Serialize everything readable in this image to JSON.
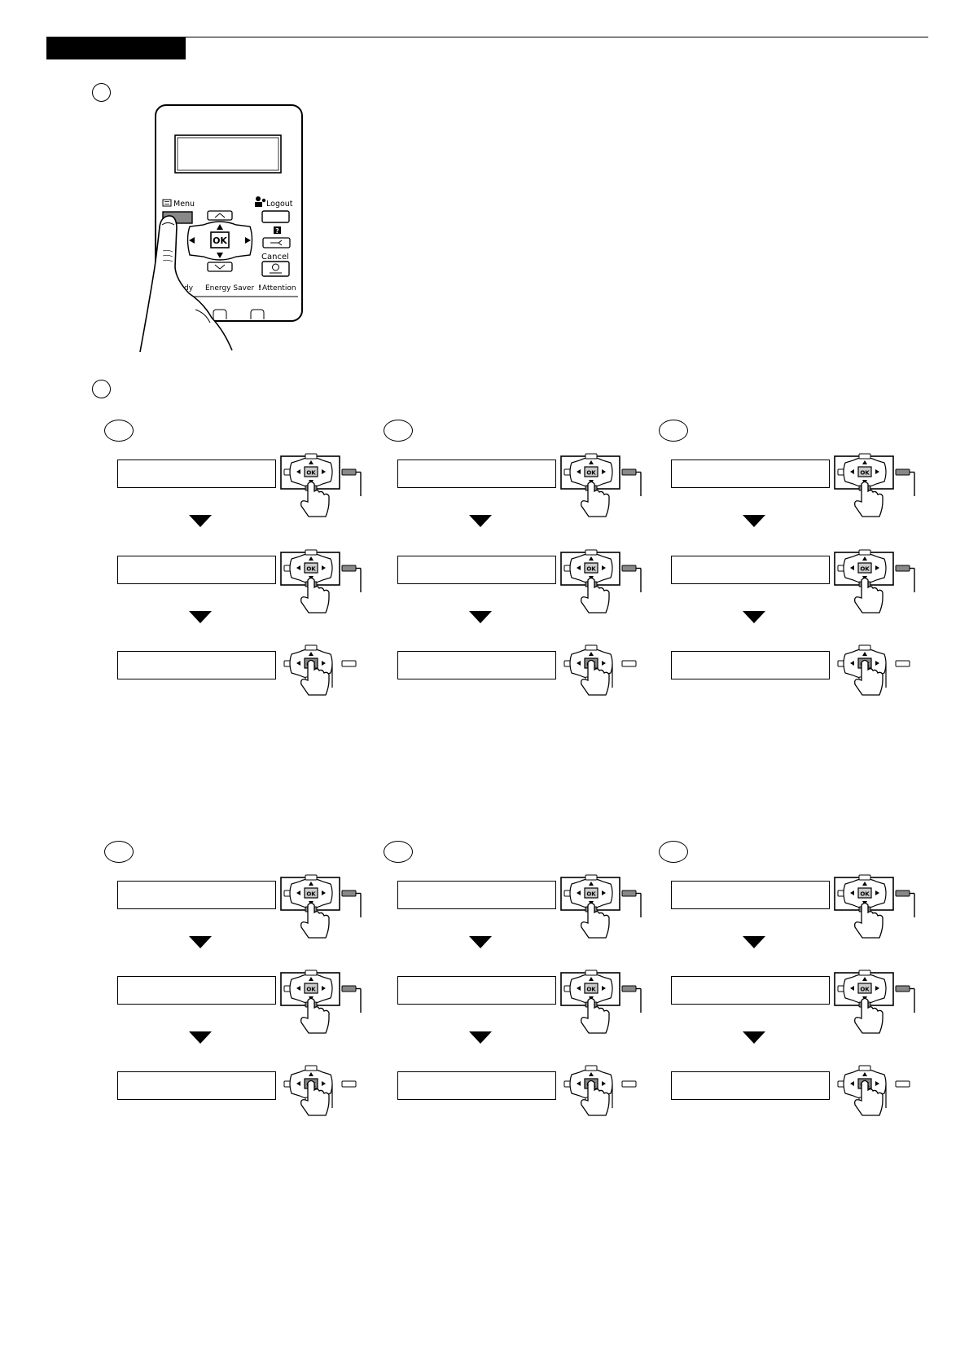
{
  "panel": {
    "menu_label": "Menu",
    "logout_label": "Logout",
    "ok_label": "OK",
    "help_label": "?",
    "cancel_label": "Cancel",
    "ready_label": "dy",
    "energy_saver_label": "Energy Saver",
    "attention_label": "Attention"
  },
  "keypad": {
    "ok_label": "OK"
  }
}
